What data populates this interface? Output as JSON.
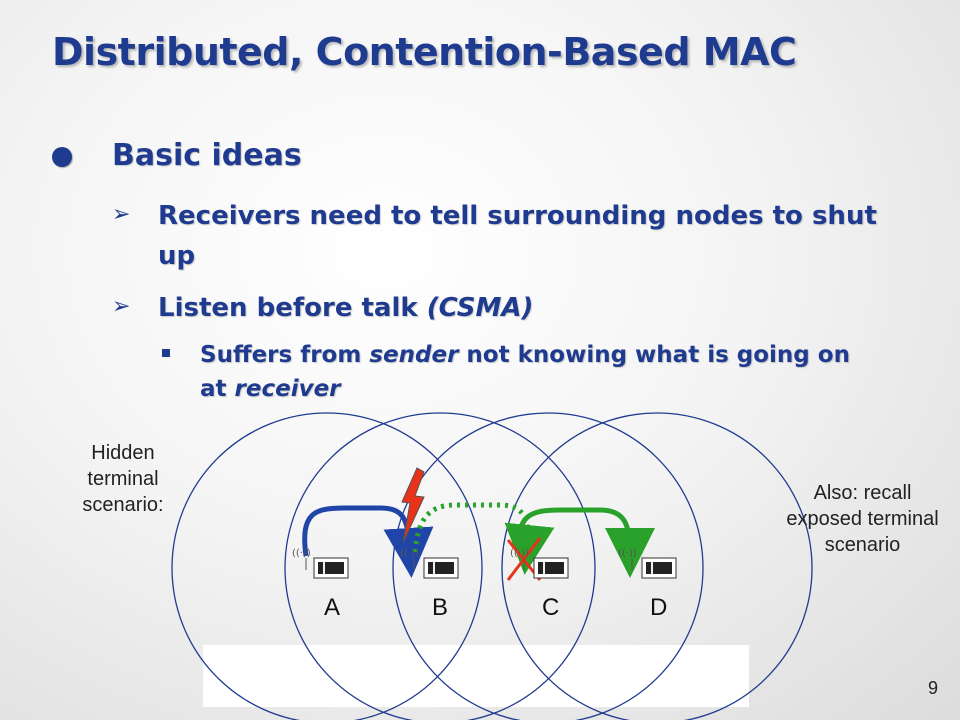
{
  "slide": {
    "title": "Distributed, Contention-Based MAC",
    "bullet1": "Basic ideas",
    "sub1": "Receivers need to tell surrounding nodes to shut up",
    "sub2_main": "Listen before talk ",
    "sub2_italic": "(CSMA)",
    "sub3_a": "Suffers from ",
    "sub3_sender": "sender",
    "sub3_b": " not knowing what is going on at ",
    "sub3_receiver": "receiver",
    "page_number": "9"
  },
  "diagram": {
    "hidden_label": "Hidden terminal scenario:",
    "also_label": "Also: recall exposed terminal scenario",
    "nodes": [
      "A",
      "B",
      "C",
      "D"
    ],
    "colors": {
      "circle": "#1f3b8f",
      "arrow_ab": "#1f45a8",
      "arrow_bc": "#2aa12a",
      "arrow_cd": "#2aa12a",
      "cross": "#e8331a",
      "lightning_fill": "#e8331a"
    }
  }
}
